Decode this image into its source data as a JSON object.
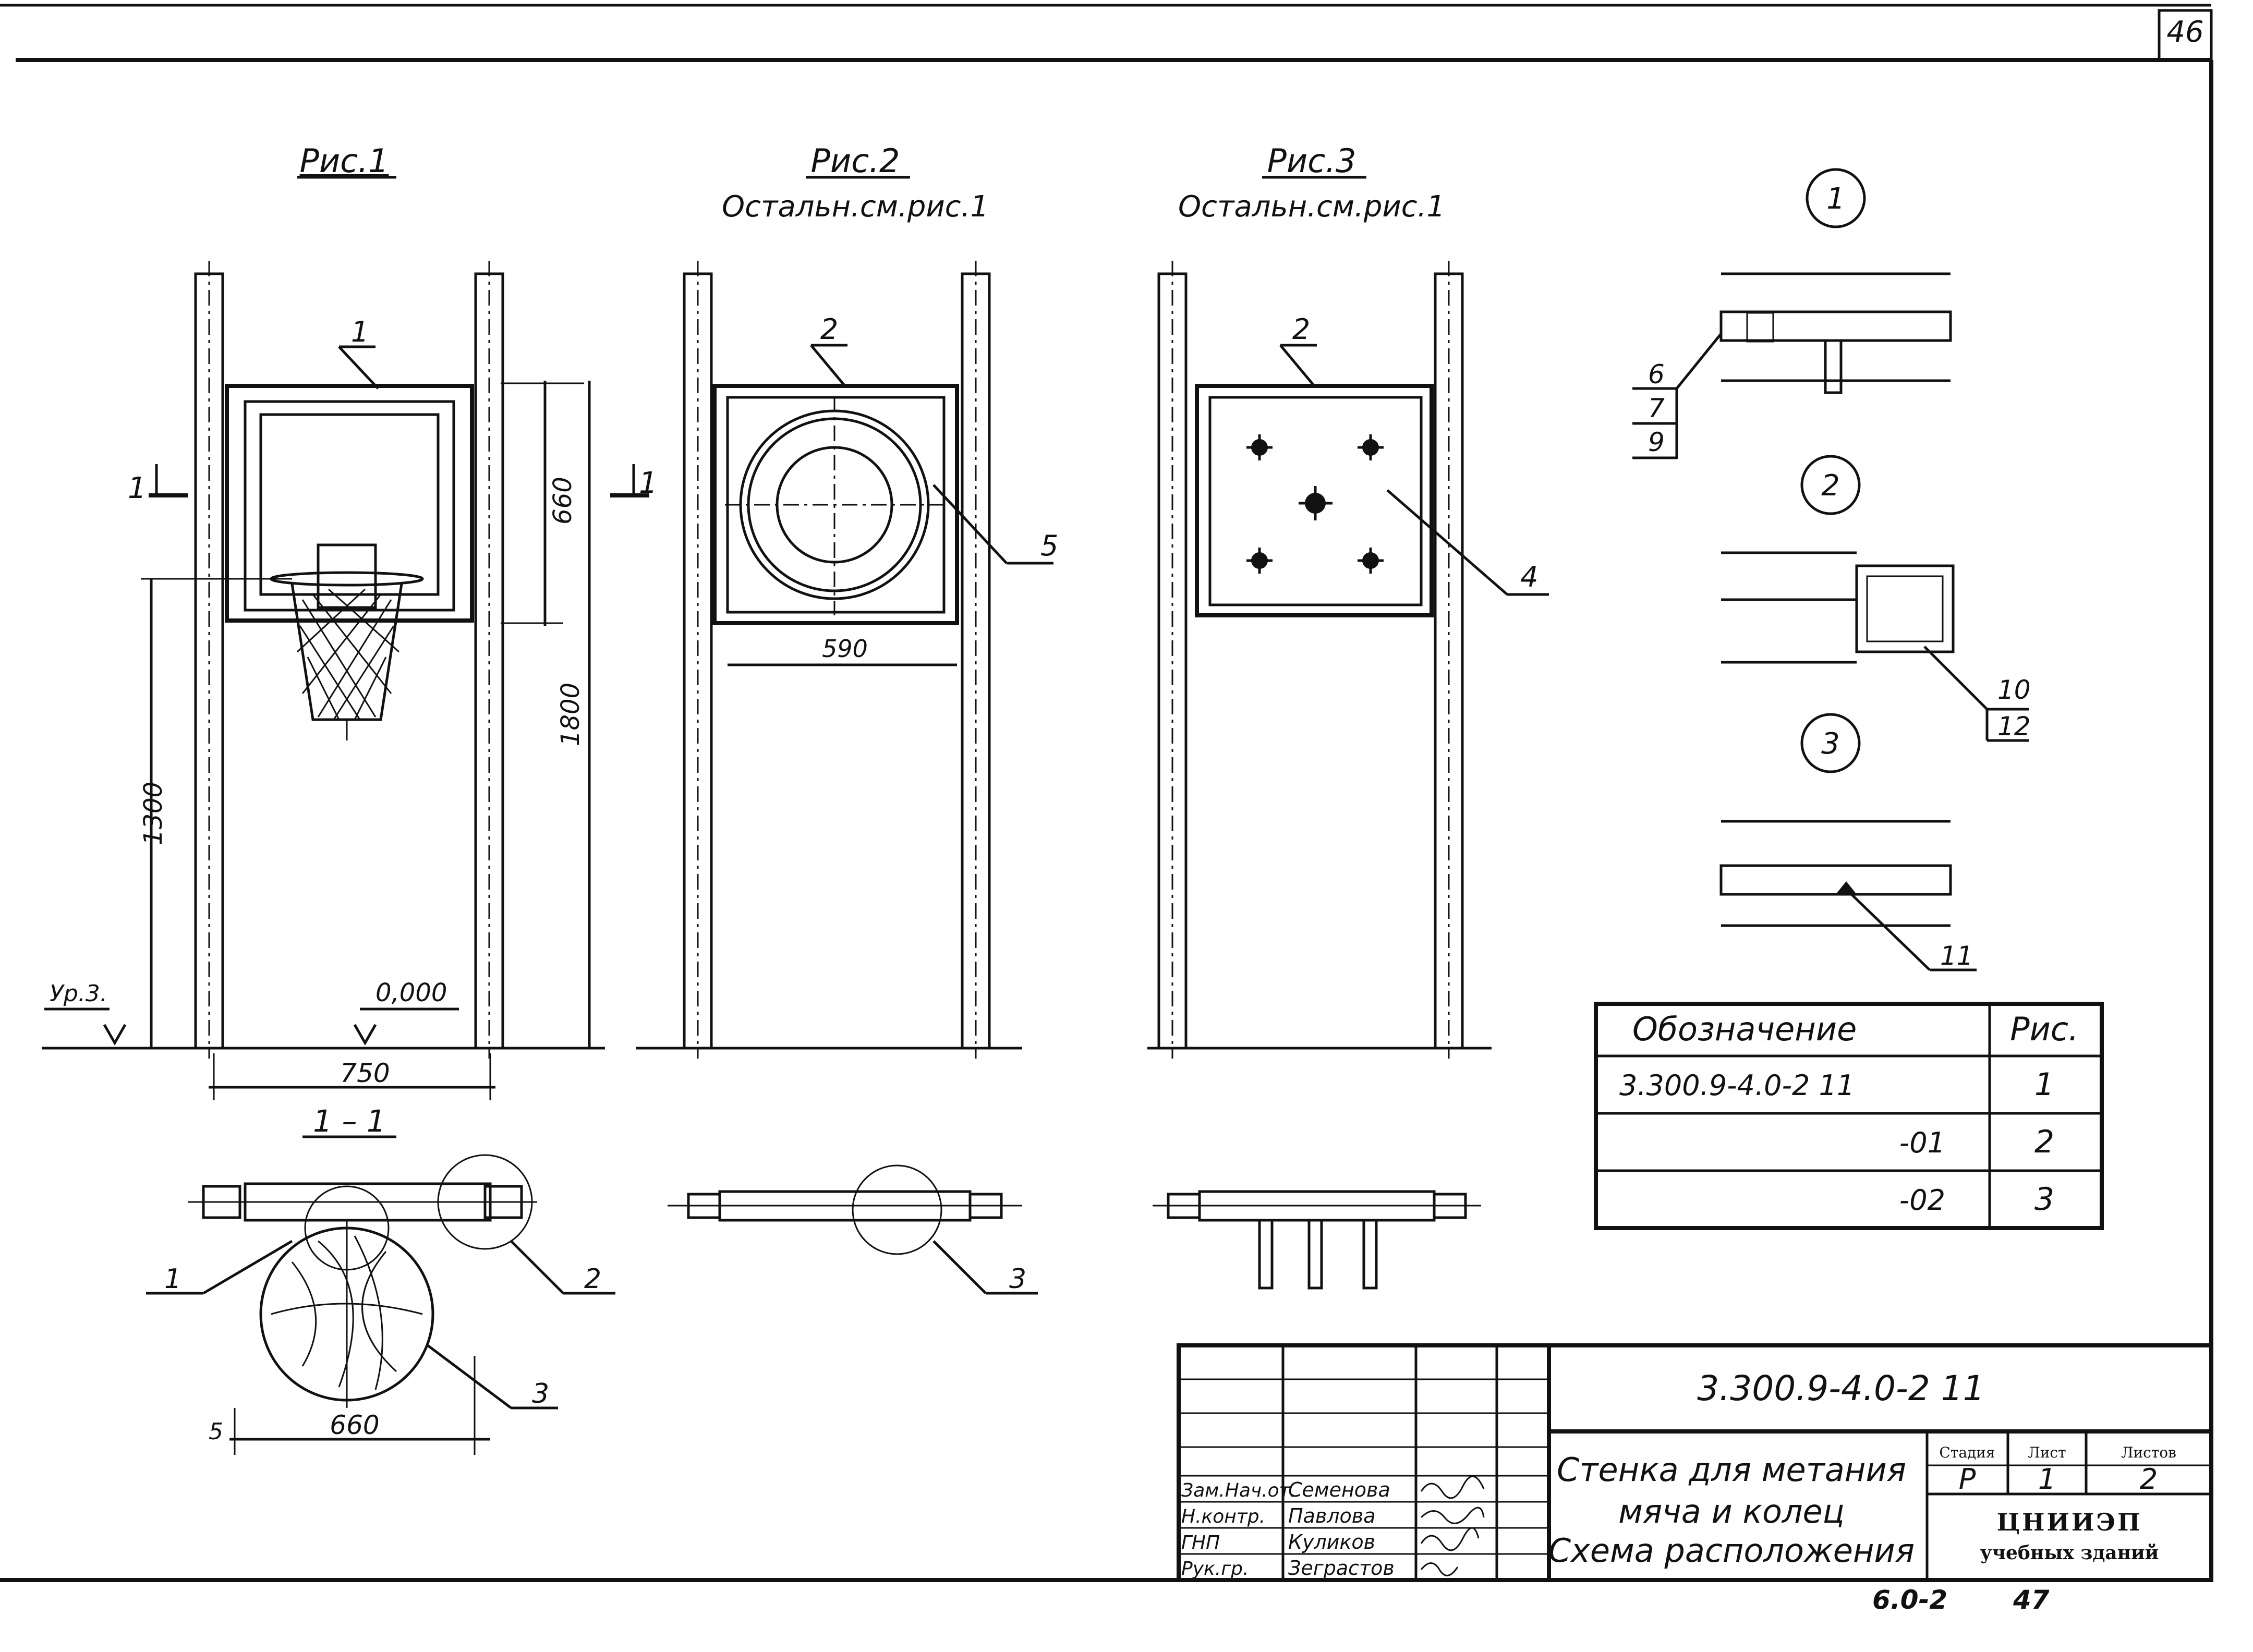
{
  "sheet_number": "46",
  "figures": {
    "fig1": {
      "title": "Рис.1",
      "callout_panel": "1",
      "dim_hoop_height": "660",
      "dim_total_height": "1800",
      "dim_net_height": "1300",
      "level_label": "Ур.3.",
      "zero_label": "0,000",
      "dim_width": "750",
      "section_mark": "1"
    },
    "fig2": {
      "title": "Рис.2",
      "subtitle": "Остальн.см.рис.1",
      "callout_panel": "2",
      "callout_target": "5",
      "dim_target_width": "590",
      "section_mark": "1"
    },
    "fig3": {
      "title": "Рис.3",
      "subtitle": "Остальн.см.рис.1",
      "callout_panel": "2",
      "callout_holes": "4"
    }
  },
  "section": {
    "title": "1 – 1",
    "callout_1": "1",
    "callout_2": "2",
    "callout_3": "3",
    "callout_3b": "3",
    "dim_ring": "660",
    "dim_offset": "5"
  },
  "details": {
    "d1": {
      "marker": "1",
      "callouts": [
        "6",
        "7",
        "9"
      ]
    },
    "d2": {
      "marker": "2",
      "callouts": [
        "10",
        "12"
      ]
    },
    "d3": {
      "marker": "3",
      "callouts": [
        "11"
      ]
    }
  },
  "spec_table": {
    "headers": [
      "Обозначение",
      "Рис."
    ],
    "rows": [
      [
        "3.300.9-4.0-2 11",
        "1"
      ],
      [
        "-01",
        "2"
      ],
      [
        "-02",
        "3"
      ]
    ]
  },
  "title_block": {
    "code": "3.300.9-4.0-2 11",
    "name_lines": [
      "Стенка для метания",
      "мяча и колец",
      "Схема расположения"
    ],
    "stage_label": "Стадия",
    "sheet_label": "Лист",
    "sheets_label": "Листов",
    "stage": "Р",
    "sheet": "1",
    "sheets": "2",
    "org": "ЦНИИЭП",
    "org_sub": "учебных зданий",
    "roles": [
      {
        "role": "Зам.Нач.от.",
        "name": "Семенова"
      },
      {
        "role": "Н.контр.",
        "name": "Павлова"
      },
      {
        "role": "ГНП",
        "name": "Куликов"
      },
      {
        "role": "Рук.гр.",
        "name": "Зеграстов"
      }
    ]
  },
  "footer": {
    "code": "6.0-2",
    "number": "47"
  }
}
